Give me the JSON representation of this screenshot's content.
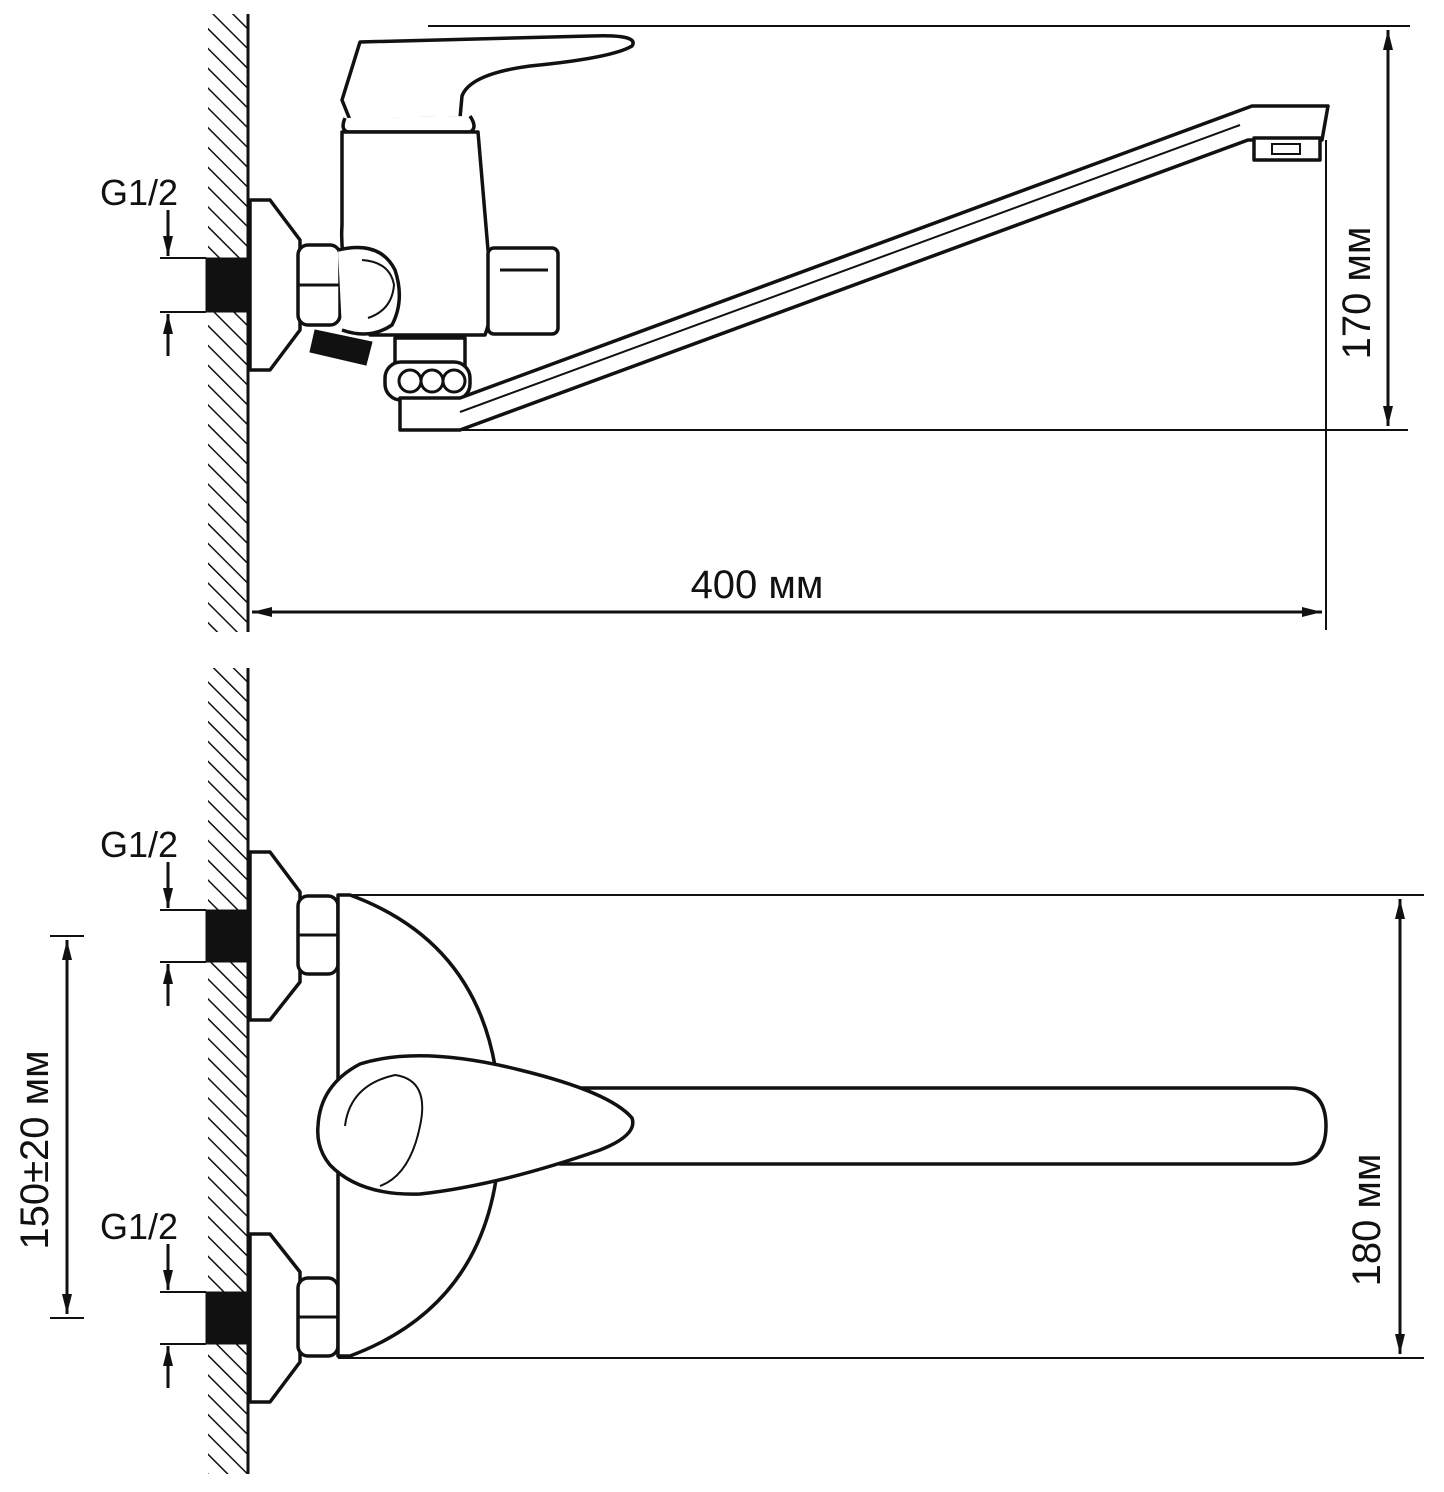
{
  "labels": {
    "side_thread": "G1/2",
    "width": "400 мм",
    "height": "170 мм",
    "plan_thread_top": "G1/2",
    "plan_thread_bottom": "G1/2",
    "plan_spacing": "150±20 мм",
    "plan_depth": "180 мм"
  },
  "colors": {
    "line": "#111111",
    "background": "#ffffff"
  }
}
